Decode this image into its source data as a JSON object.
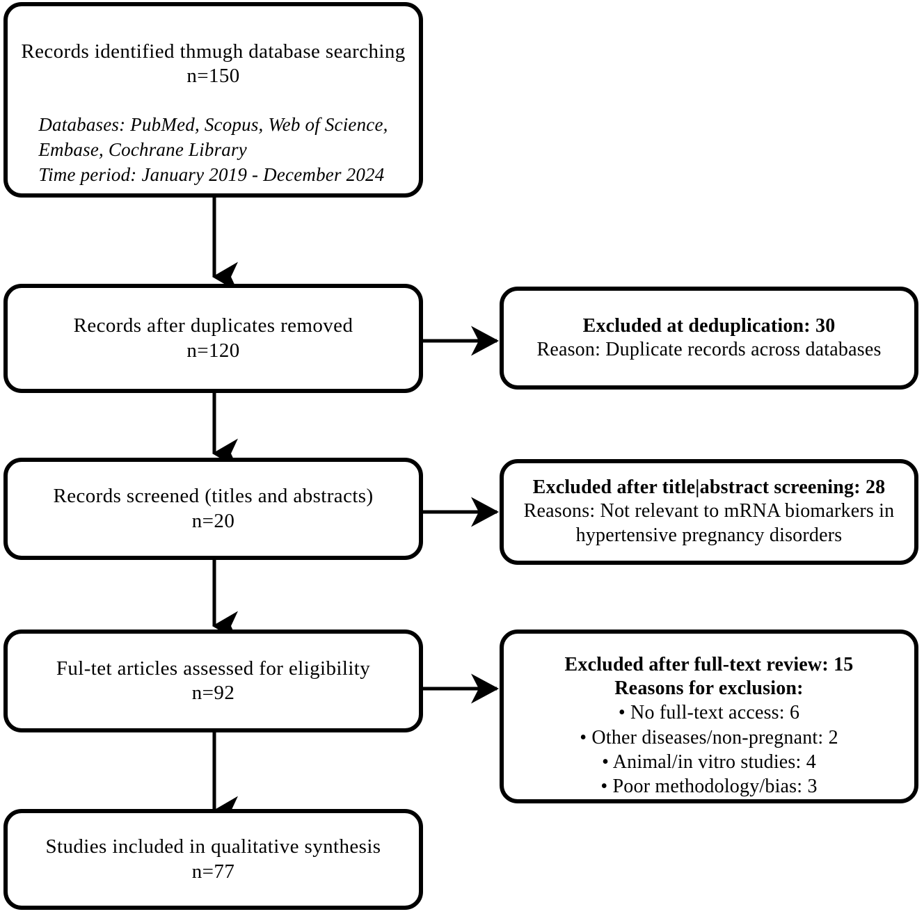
{
  "diagram": {
    "title": "PRISMA study selection flow diagram",
    "type": "flowchart",
    "stroke_color": "#000000",
    "background_color": "#ffffff"
  },
  "nodes": {
    "identification": {
      "title": "Records identified thmugh database searching",
      "count": "n=150",
      "meta": [
        "Databases: PubMed, Scopus, Web of Science,",
        "Embase, Cochrane Library",
        "Time period: January 2019 - December 2024"
      ]
    },
    "deduplicated": {
      "title": "Records after duplicates removed",
      "count": "n=120"
    },
    "excluded_dedup": {
      "heading": "Excluded at deduplication: 30",
      "reason": "Reason: Duplicate records across databases"
    },
    "screened": {
      "title": "Records screened (titles and abstracts)",
      "count": "n=20"
    },
    "excluded_screening": {
      "heading": "Excluded after title|abstract screening: 28",
      "reason_line_1": "Reasons: Not relevant to mRNA biomarkers in",
      "reason_line_2": "hypertensive pregnancy disorders"
    },
    "eligibility": {
      "title": "Ful-tet articles assessed for eligibility",
      "count": "n=92"
    },
    "excluded_fulltext": {
      "heading": "Excluded after full-text review: 15",
      "subheading": "Reasons for exclusion:",
      "bullets": [
        "• No full-text access: 6",
        "• Other diseases/non-pregnant: 2",
        "• Animal/in vitro studies: 4",
        "• Poor methodology/bias: 3"
      ]
    },
    "included": {
      "title": "Studies included in qualitative synthesis",
      "count": "n=77"
    }
  }
}
